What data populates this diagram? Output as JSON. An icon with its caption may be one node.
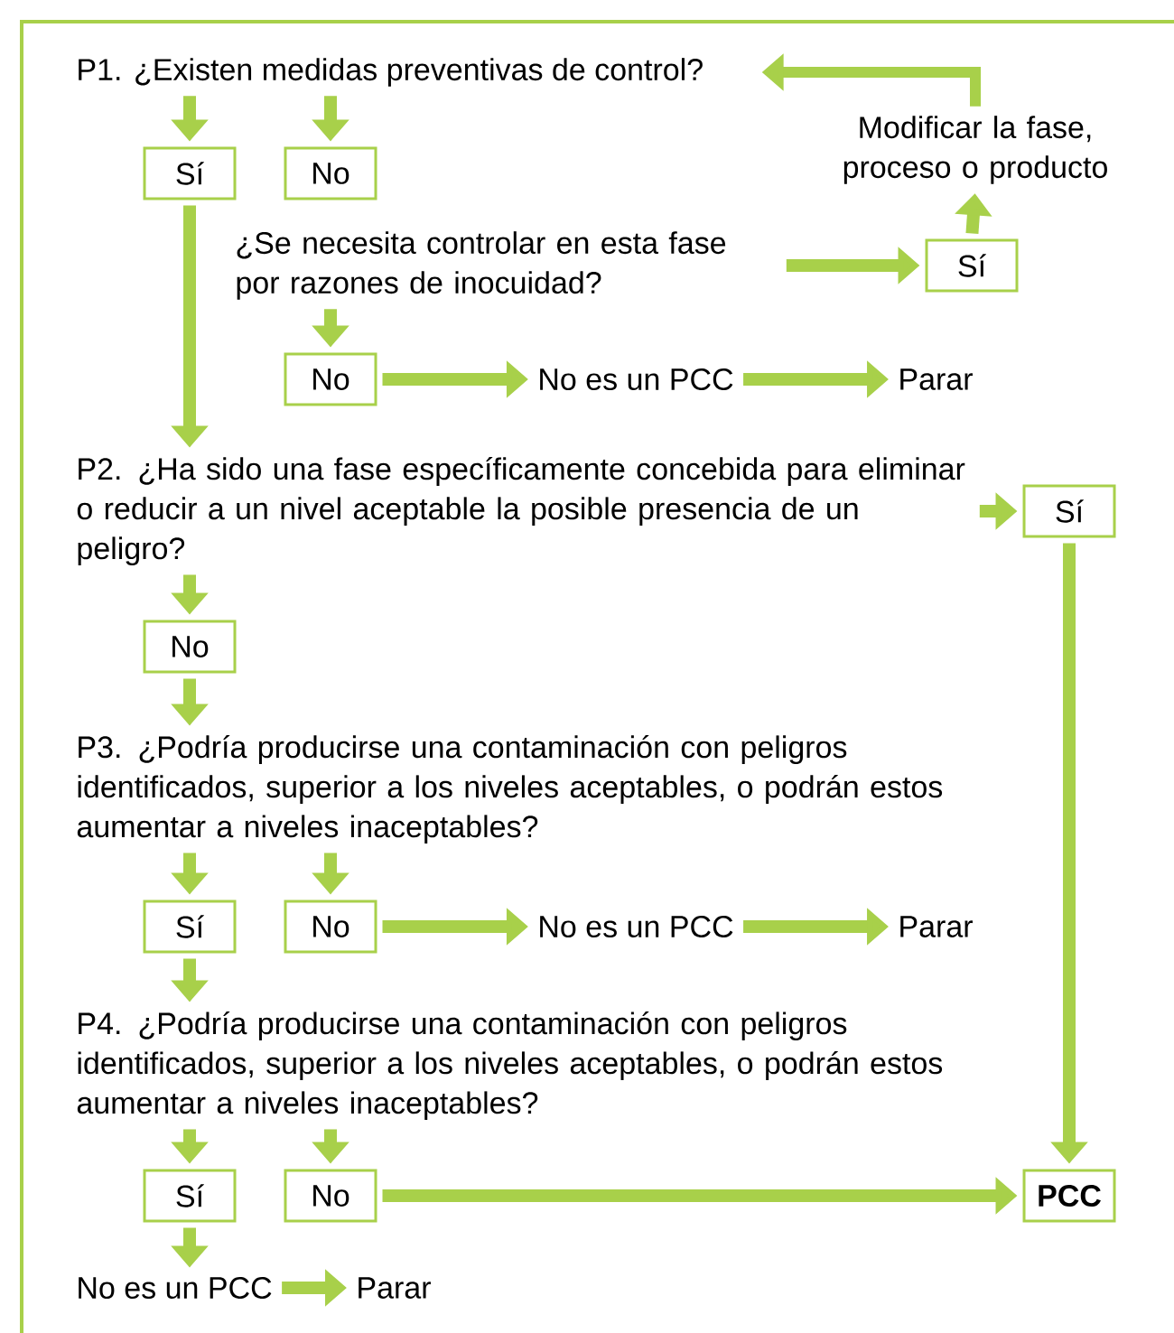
{
  "diagram": {
    "nodes": [
      {
        "text": [
          "P1. ¿Existen medidas preventivas de control?"
        ]
      },
      {
        "text": [
          "Sí"
        ]
      },
      {
        "text": [
          "No"
        ]
      },
      {
        "text": [
          "¿Se necesita controlar en esta fase por razones de inocuidad?"
        ]
      },
      {
        "text": [
          "Sí"
        ]
      },
      {
        "text": [
          "Modificar la fase, proceso o producto"
        ]
      },
      {
        "text": [
          "No"
        ]
      },
      {
        "text": [
          "No es un PCC"
        ]
      },
      {
        "text": [
          "Parar"
        ]
      },
      {
        "text": [
          "P2. ¿Ha sido una fase específicamente concebida para eliminar o reducir a un nivel aceptable la posible presencia de un peligro?"
        ]
      },
      {
        "text": [
          "Sí"
        ]
      },
      {
        "text": [
          "No"
        ]
      },
      {
        "text": [
          "P3. ¿Podría producirse una contaminación con peligros identificados, superior a los niveles aceptables, o podrán estos aumentar a niveles inaceptables?"
        ]
      },
      {
        "text": [
          "Sí"
        ]
      },
      {
        "text": [
          "No"
        ]
      },
      {
        "text": [
          "No es un PCC"
        ]
      },
      {
        "text": [
          "Parar"
        ]
      },
      {
        "text": [
          "P4. ¿Podría producirse una contaminación con peligros identificados, superior a los niveles aceptables, o podrán estos aumentar a niveles inaceptables?"
        ]
      },
      {
        "text": [
          "Sí"
        ]
      },
      {
        "text": [
          "No"
        ]
      },
      {
        "text": [
          "PCC"
        ]
      },
      {
        "text": [
          "No es un PCC"
        ]
      },
      {
        "text": [
          "Parar"
        ]
      }
    ],
    "edges": [
      {
        "from": 0,
        "to": 1,
        "arrow": "to"
      },
      {
        "from": 0,
        "to": 2,
        "arrow": "to"
      },
      {
        "from": 1,
        "to": 9,
        "arrow": "to"
      },
      {
        "from": 3,
        "to": 4,
        "arrow": "to"
      },
      {
        "from": 4,
        "to": 5,
        "arrow": "to"
      },
      {
        "from": 5,
        "to": 0,
        "arrow": "to"
      },
      {
        "from": 3,
        "to": 6,
        "arrow": "to"
      },
      {
        "from": 6,
        "to": 7,
        "arrow": "to"
      },
      {
        "from": 7,
        "to": 8,
        "arrow": "to"
      },
      {
        "from": 9,
        "to": 10,
        "arrow": "to"
      },
      {
        "from": 9,
        "to": 11,
        "arrow": "to"
      },
      {
        "from": 11,
        "to": 12,
        "arrow": "to"
      },
      {
        "from": 10,
        "to": 20,
        "arrow": "to"
      },
      {
        "from": 12,
        "to": 13,
        "arrow": "to"
      },
      {
        "from": 12,
        "to": 14,
        "arrow": "to"
      },
      {
        "from": 14,
        "to": 15,
        "arrow": "to"
      },
      {
        "from": 15,
        "to": 16,
        "arrow": "to"
      },
      {
        "from": 13,
        "to": 17,
        "arrow": "to"
      },
      {
        "from": 17,
        "to": 18,
        "arrow": "to"
      },
      {
        "from": 17,
        "to": 19,
        "arrow": "to"
      },
      {
        "from": 19,
        "to": 20,
        "arrow": "to"
      },
      {
        "from": 18,
        "to": 21,
        "arrow": "to"
      },
      {
        "from": 21,
        "to": 22,
        "arrow": "to"
      }
    ]
  }
}
